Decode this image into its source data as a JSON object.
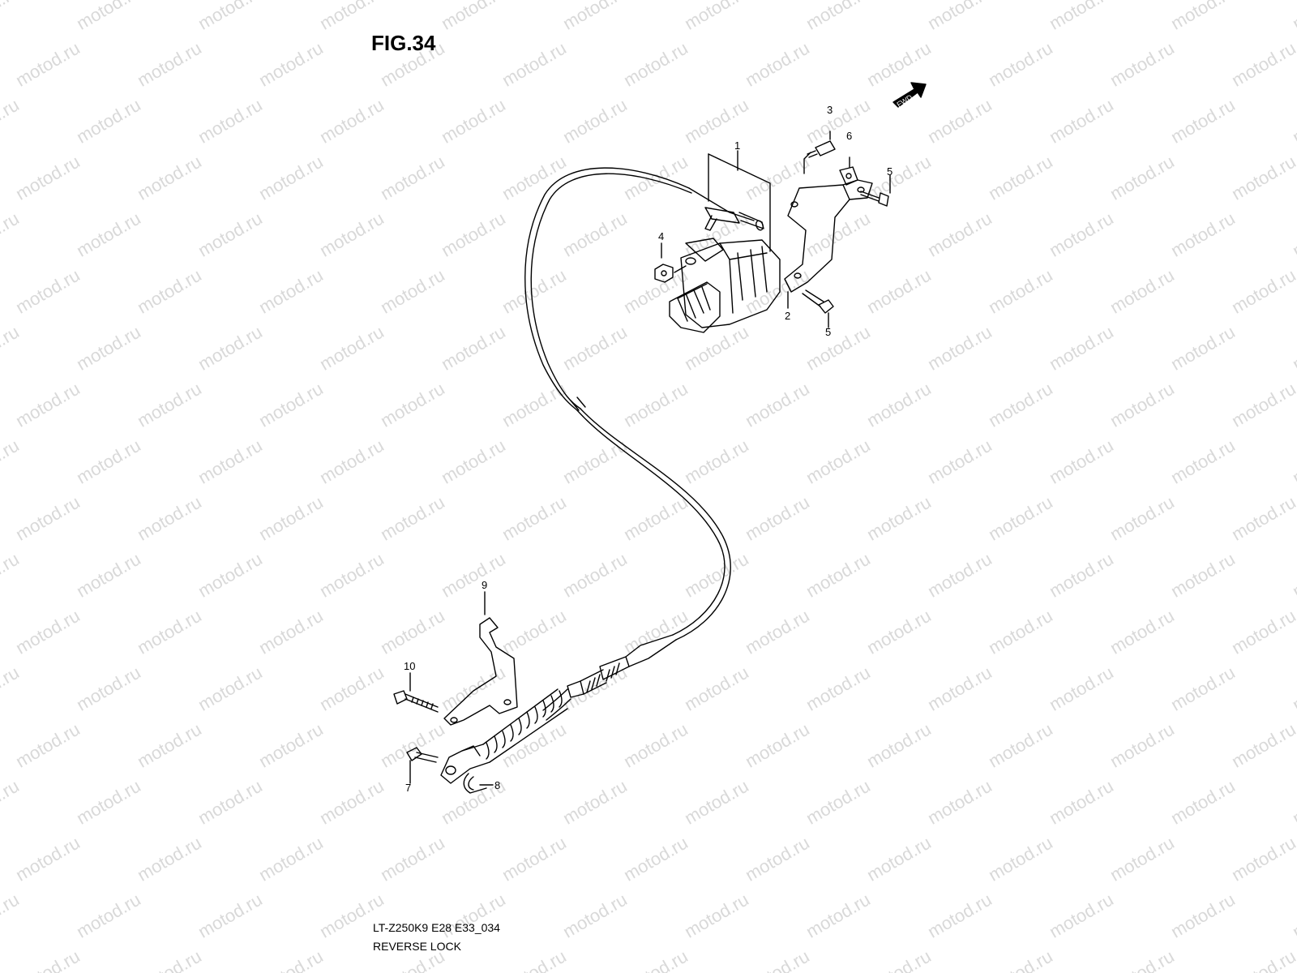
{
  "figure": {
    "title": "FIG.34",
    "fwd_label": "FWD"
  },
  "watermark": {
    "text": "motod.ru"
  },
  "callouts": [
    {
      "id": "c1",
      "label": "1"
    },
    {
      "id": "c2",
      "label": "2"
    },
    {
      "id": "c3",
      "label": "3"
    },
    {
      "id": "c4",
      "label": "4"
    },
    {
      "id": "c5a",
      "label": "5"
    },
    {
      "id": "c5b",
      "label": "5"
    },
    {
      "id": "c6",
      "label": "6"
    },
    {
      "id": "c7",
      "label": "7"
    },
    {
      "id": "c8",
      "label": "8"
    },
    {
      "id": "c9",
      "label": "9"
    },
    {
      "id": "c10",
      "label": "10"
    }
  ],
  "footer": {
    "code": "LT-Z250K9 E28 E33_034",
    "title": "REVERSE LOCK"
  },
  "colors": {
    "line": "#000000",
    "watermark": "#d9d9d9",
    "background": "#ffffff"
  }
}
